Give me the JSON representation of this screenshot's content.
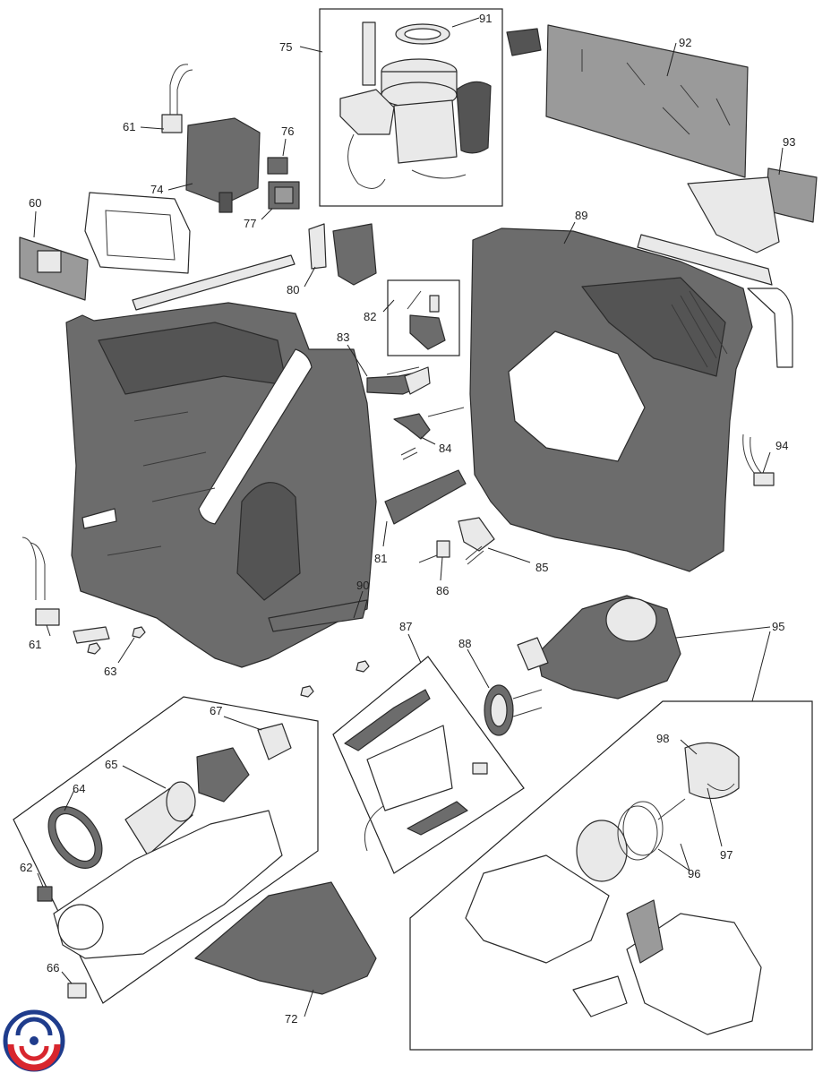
{
  "labels": {
    "p60": "60",
    "p61a": "61",
    "p61b": "61",
    "p62": "62",
    "p63": "63",
    "p64": "64",
    "p65": "65",
    "p66": "66",
    "p67": "67",
    "p72": "72",
    "p74": "74",
    "p75": "75",
    "p76": "76",
    "p77": "77",
    "p80": "80",
    "p81": "81",
    "p82": "82",
    "p83": "83",
    "p84": "84",
    "p85": "85",
    "p86": "86",
    "p87": "87",
    "p88": "88",
    "p89": "89",
    "p90": "90",
    "p91": "91",
    "p92": "92",
    "p93": "93",
    "p94": "94",
    "p95": "95",
    "p96": "96",
    "p97": "97",
    "p98": "98"
  },
  "colors": {
    "housing": "#6c6c6c",
    "housing_dark": "#545454",
    "outline": "#2b2b2b",
    "logo_blue": "#1f3c8c",
    "logo_red": "#d8262e"
  }
}
